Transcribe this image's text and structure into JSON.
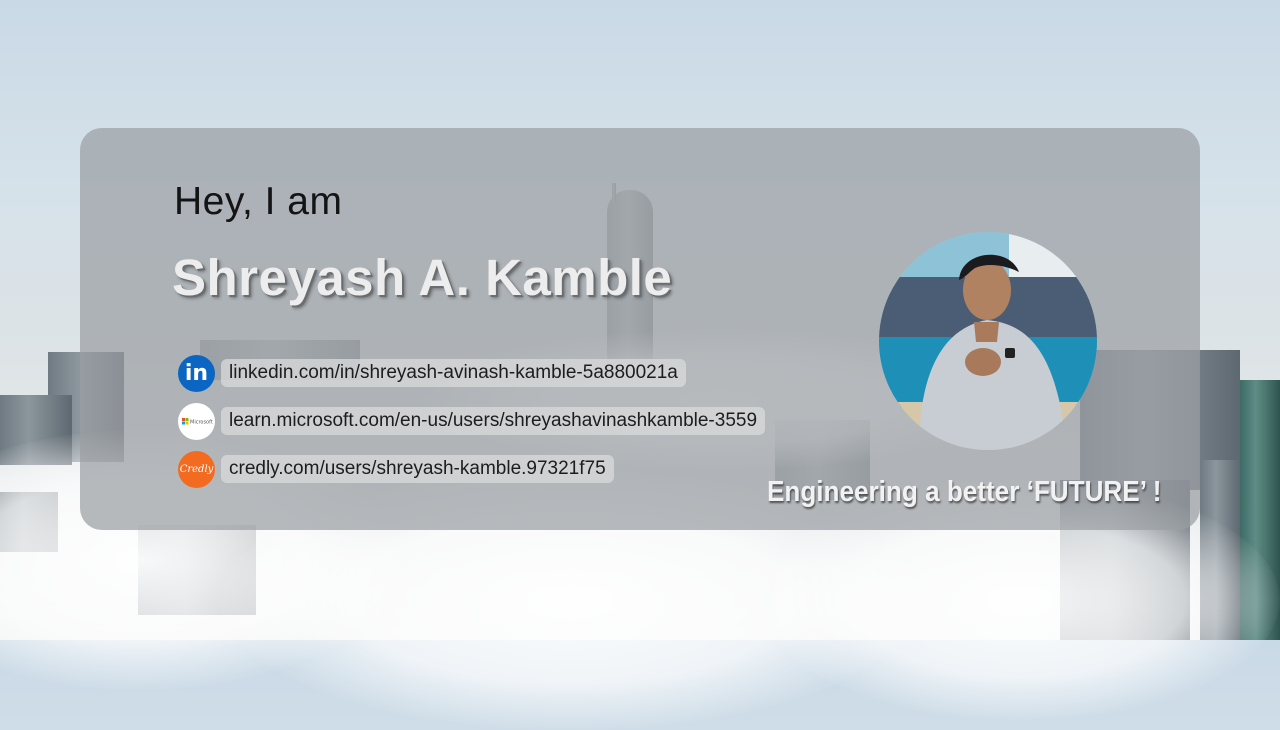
{
  "profile": {
    "greeting": "Hey, I am",
    "name": "Shreyash A. Kamble",
    "tagline": "Engineering a better ‘FUTURE’ !"
  },
  "links": [
    {
      "icon": "linkedin-icon",
      "icon_text": "in",
      "text": "linkedin.com/in/shreyash-avinash-kamble-5a880021a",
      "color": "#0a66c2"
    },
    {
      "icon": "microsoft-icon",
      "icon_text": "Microsoft",
      "text": "learn.microsoft.com/en-us/users/shreyashavinashkamble-3559",
      "color": "#ffffff"
    },
    {
      "icon": "credly-icon",
      "icon_text": "Credly",
      "text": "credly.com/users/shreyash-kamble.97321f75",
      "color": "#f26b21"
    }
  ],
  "colors": {
    "card": "#9ba0a3",
    "name_text": "#ededed",
    "linkedin": "#0a66c2",
    "credly": "#f26b21"
  }
}
